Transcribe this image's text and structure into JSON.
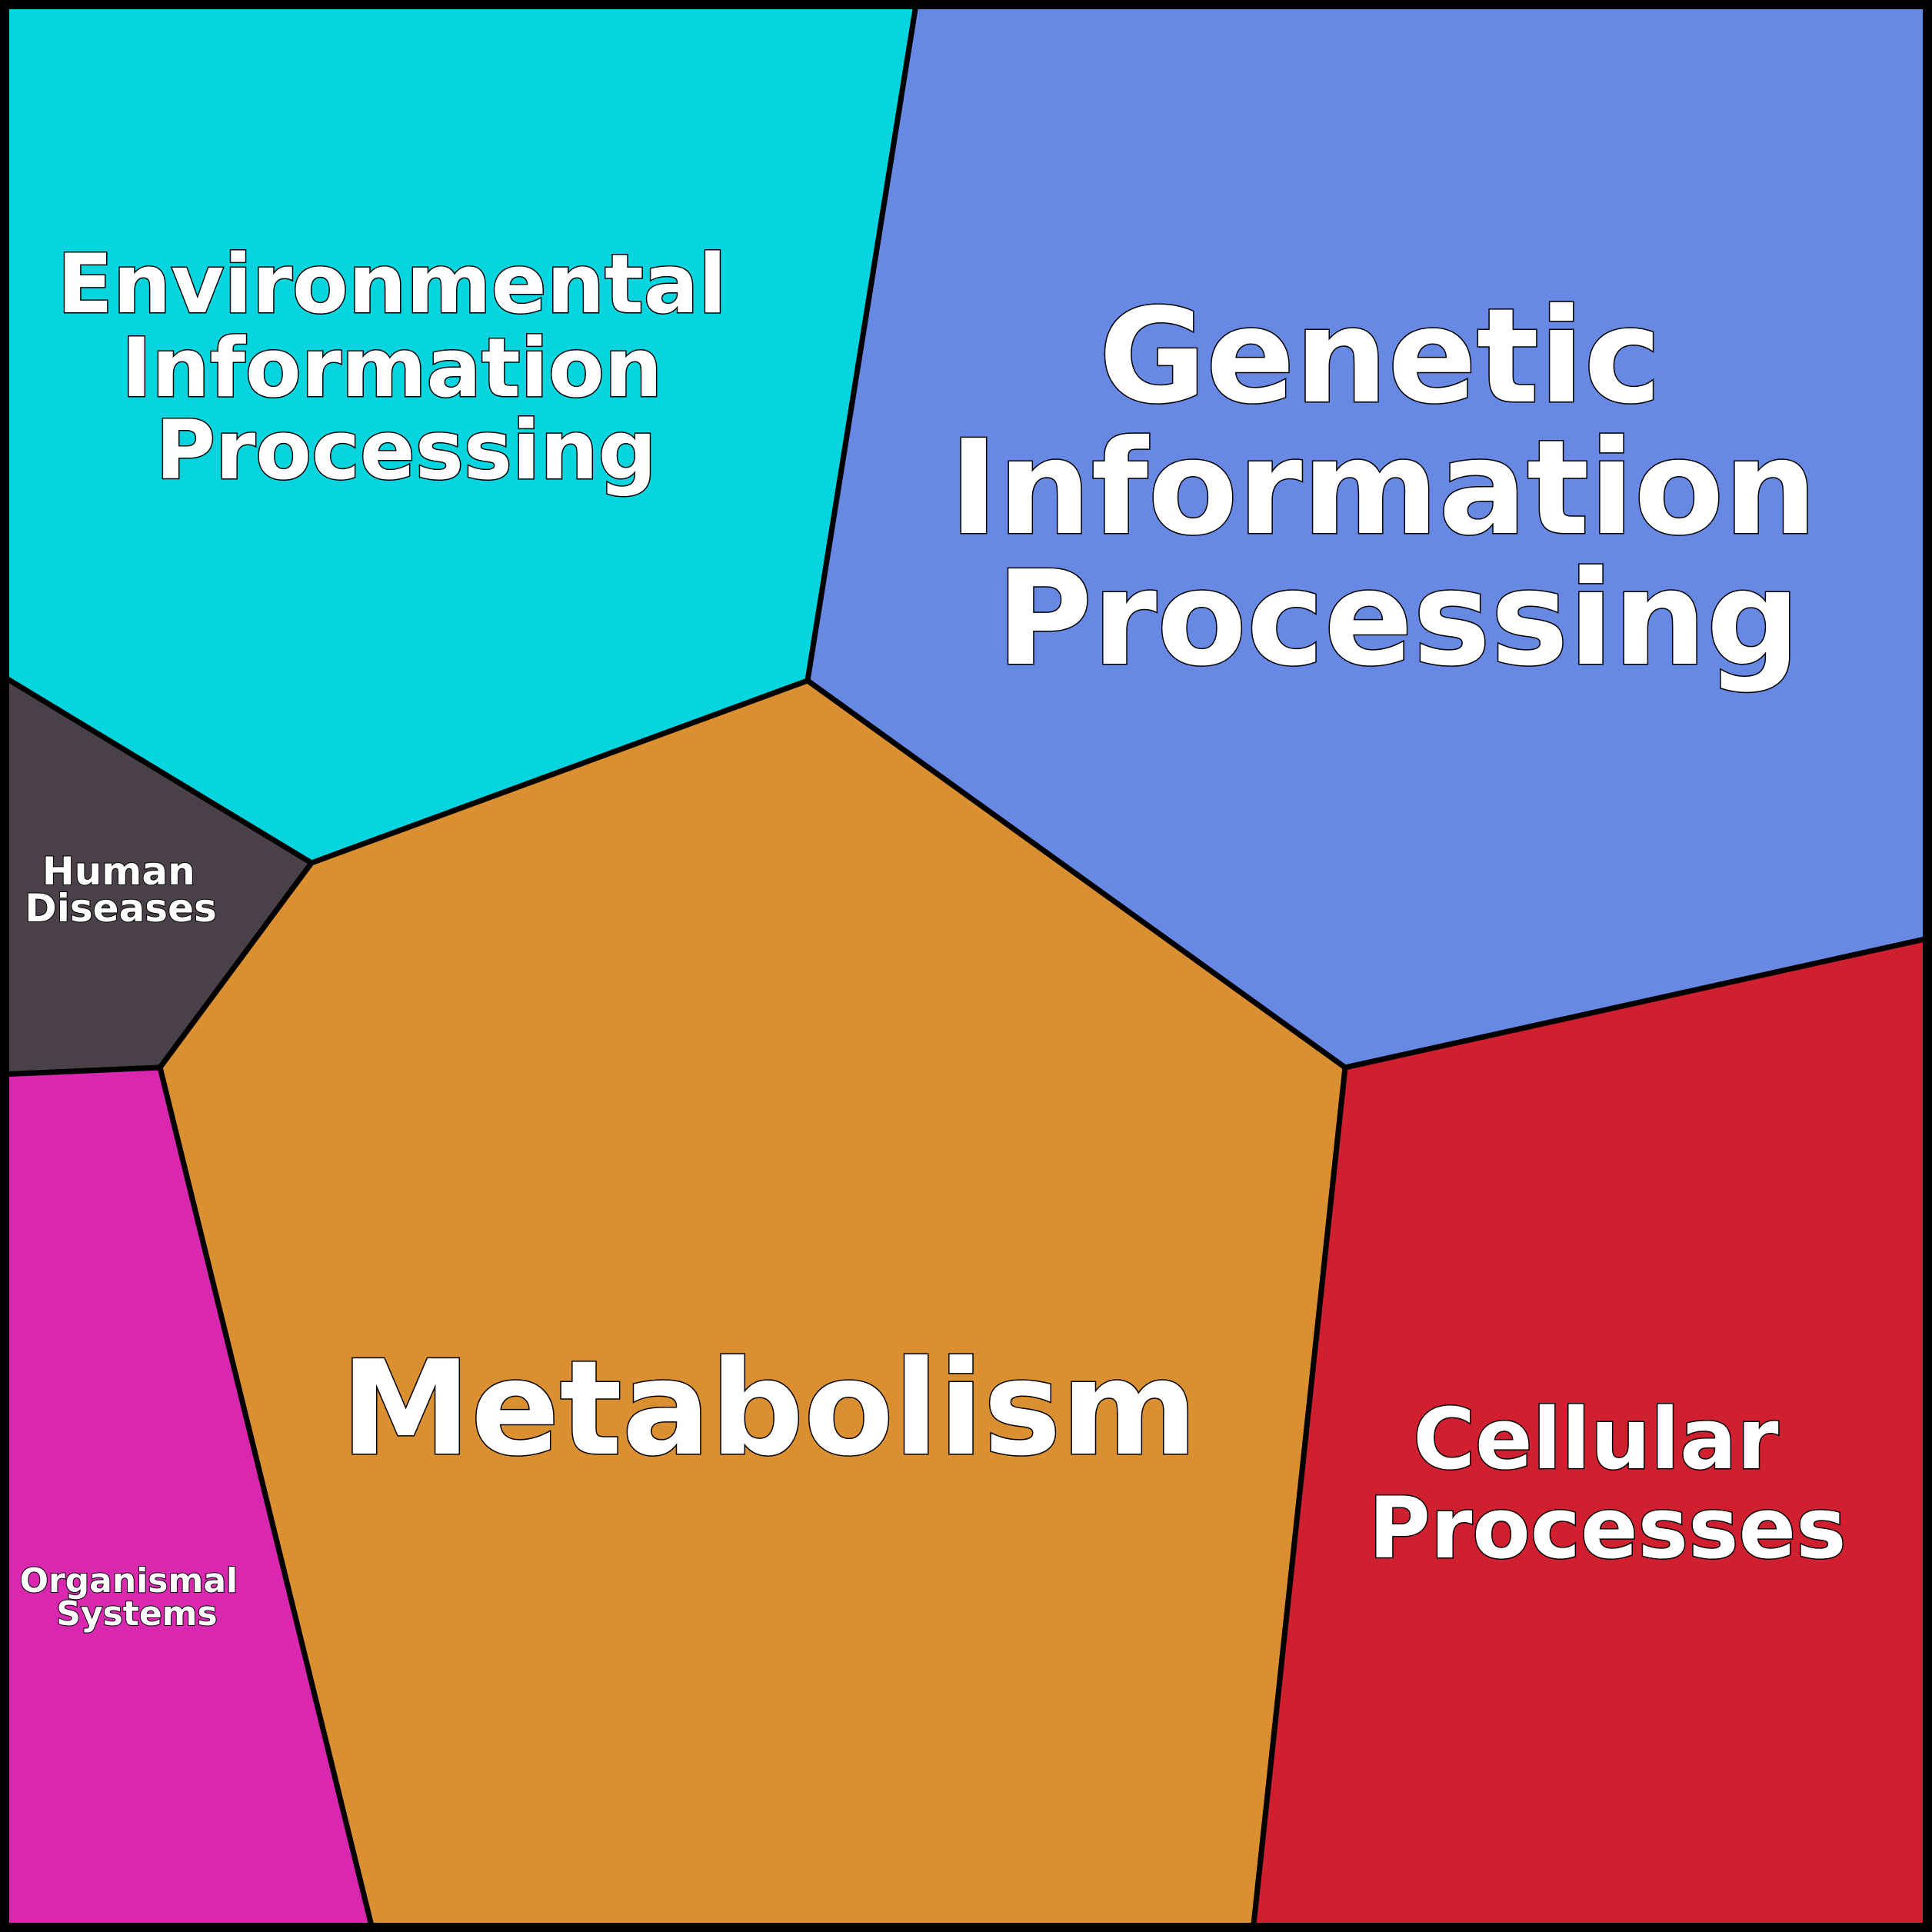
{
  "regions": [
    {
      "id": "environmental",
      "lines": [
        "Environmental",
        "Information",
        "Processing"
      ],
      "color": "#06d4de"
    },
    {
      "id": "genetic",
      "lines": [
        "Genetic",
        "Information",
        "Processing"
      ],
      "color": "#6789e4"
    },
    {
      "id": "human-diseases",
      "lines": [
        "Human",
        "Diseases"
      ],
      "color": "#4a4048"
    },
    {
      "id": "metabolism",
      "lines": [
        "Metabolism"
      ],
      "color": "#da9030"
    },
    {
      "id": "organismal",
      "lines": [
        "Organismal",
        "Systems"
      ],
      "color": "#d927b0"
    },
    {
      "id": "cellular",
      "lines": [
        "Cellular",
        "Processes"
      ],
      "color": "#d02030"
    }
  ]
}
